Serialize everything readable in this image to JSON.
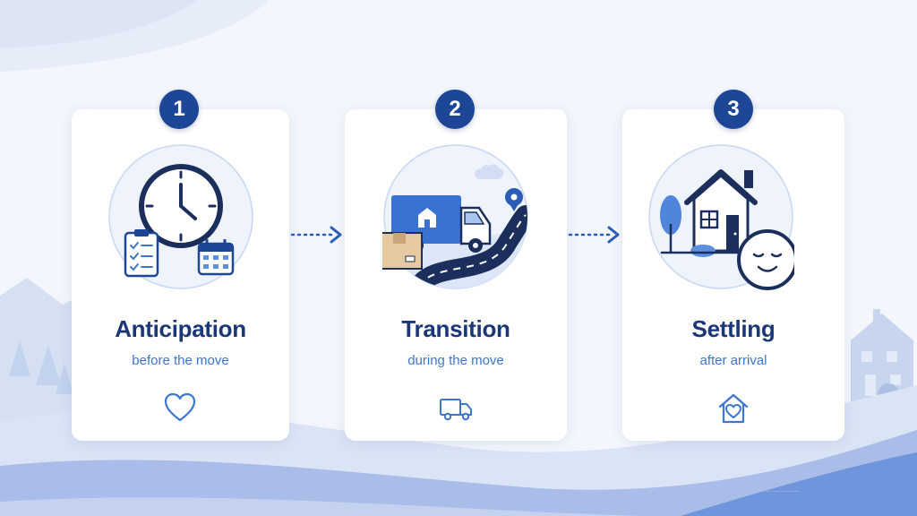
{
  "stages": [
    {
      "number": "1",
      "title": "Anticipation",
      "subtitle": "before the move",
      "illustration_icon": "clock-checklist-calendar-icon",
      "bottom_icon": "heart-icon"
    },
    {
      "number": "2",
      "title": "Transition",
      "subtitle": "during the move",
      "illustration_icon": "moving-truck-road-icon",
      "bottom_icon": "truck-icon"
    },
    {
      "number": "3",
      "title": "Settling",
      "subtitle": "after arrival",
      "illustration_icon": "house-smiley-icon",
      "bottom_icon": "house-heart-icon"
    }
  ],
  "colors": {
    "navy": "#1d4796",
    "title": "#1b3778",
    "accent": "#3c76cf",
    "light_blue": "#5b8fe0",
    "background": "#f3f6fc"
  }
}
